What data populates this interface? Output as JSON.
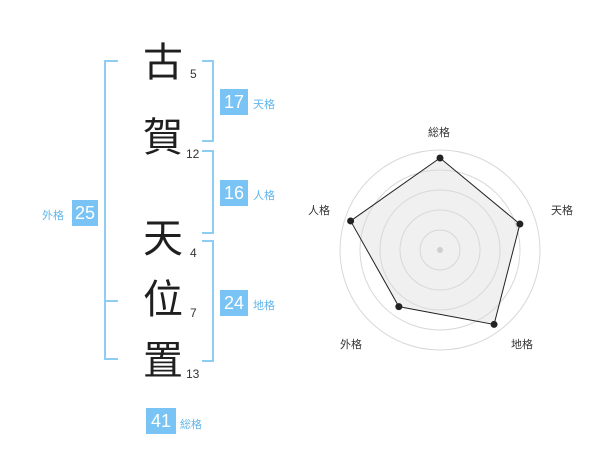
{
  "name": {
    "surname": [
      {
        "char": "古",
        "strokes": "5"
      },
      {
        "char": "賀",
        "strokes": "12"
      }
    ],
    "given": [
      {
        "char": "天",
        "strokes": "4"
      },
      {
        "char": "位",
        "strokes": "7"
      },
      {
        "char": "置",
        "strokes": "13"
      }
    ]
  },
  "fortunes": {
    "tenkaku": {
      "value": "17",
      "label": "天格"
    },
    "jinkaku": {
      "value": "16",
      "label": "人格"
    },
    "chikaku": {
      "value": "24",
      "label": "地格"
    },
    "gaikaku": {
      "value": "25",
      "label": "外格"
    },
    "soukaku": {
      "value": "41",
      "label": "総格"
    }
  },
  "colors": {
    "accent": "#79c4f4",
    "bracket": "#8fcdf6",
    "label": "#62b6ea",
    "text": "#1f1f1f"
  },
  "chart_data": {
    "type": "radar",
    "axes": [
      "総格",
      "天格",
      "地格",
      "外格",
      "人格"
    ],
    "max": 5,
    "values": [
      4.6,
      4.2,
      4.6,
      3.5,
      4.7
    ],
    "rings": 5,
    "grid": true
  }
}
